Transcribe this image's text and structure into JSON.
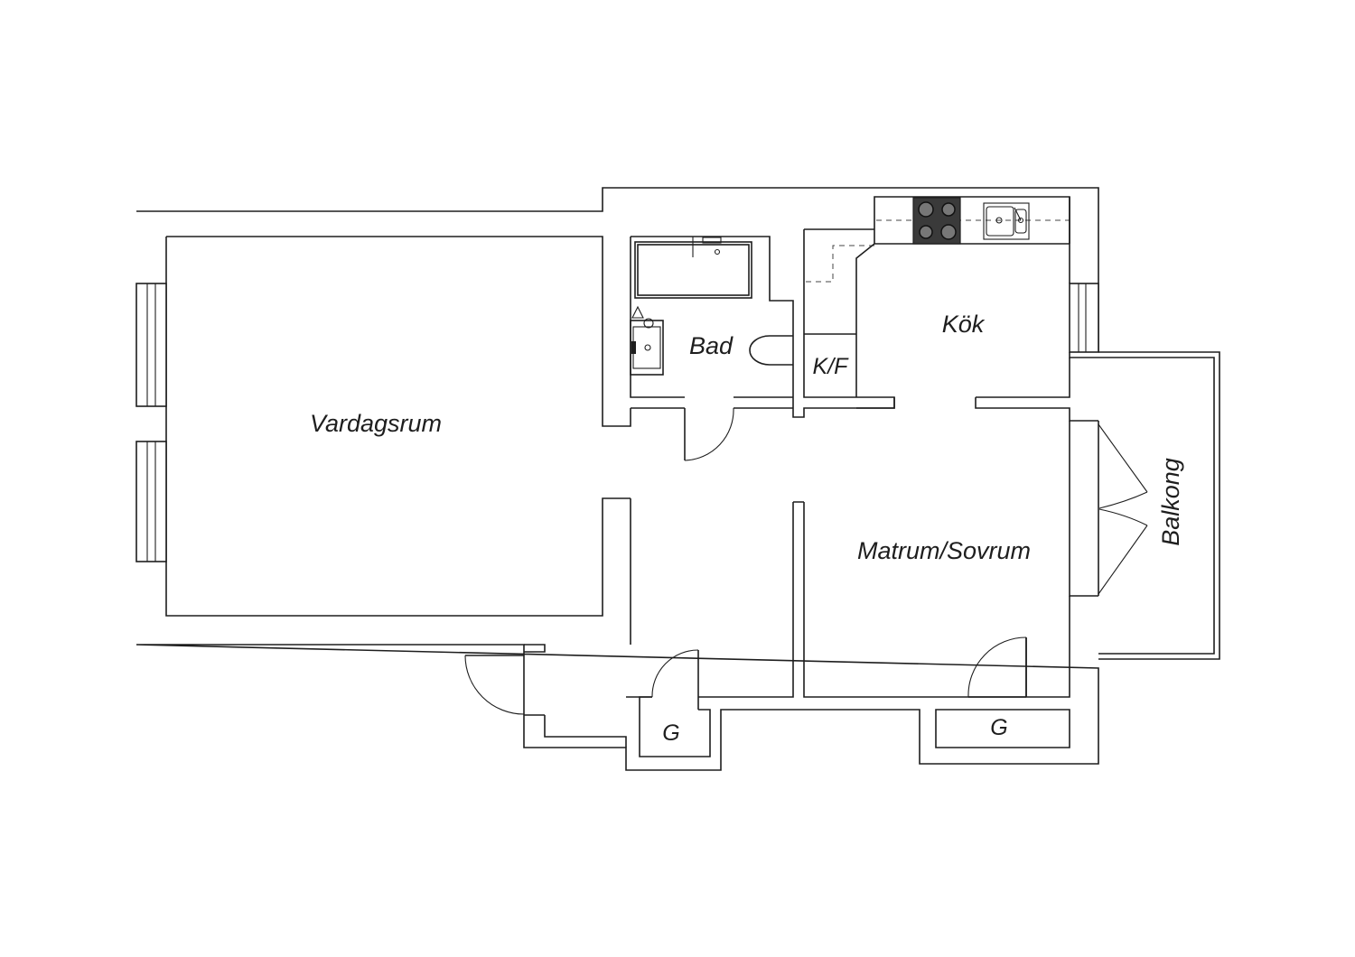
{
  "rooms": {
    "vardagsrum": "Vardagsrum",
    "bad": "Bad",
    "kok": "Kök",
    "kf": "K/F",
    "matrum": "Matrum/Sovrum",
    "balkong": "Balkong",
    "g1": "G",
    "g2": "G"
  },
  "colors": {
    "line": "#1e1e1e",
    "background": "#ffffff",
    "stove": "#3a3a3a"
  }
}
